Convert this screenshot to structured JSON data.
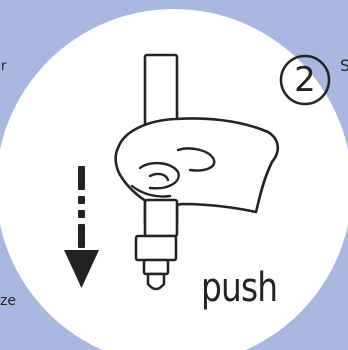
{
  "edge_text": {
    "left_top": "r",
    "left_bottom": "ze",
    "right_top": "S"
  },
  "step": {
    "number": "2",
    "action_label": "push"
  },
  "colors": {
    "background": "#A9B8E0",
    "panel": "#FFFFFF",
    "ink": "#232323"
  },
  "icons": [
    "hand-icon",
    "pen-injector-icon",
    "down-arrow-icon"
  ]
}
